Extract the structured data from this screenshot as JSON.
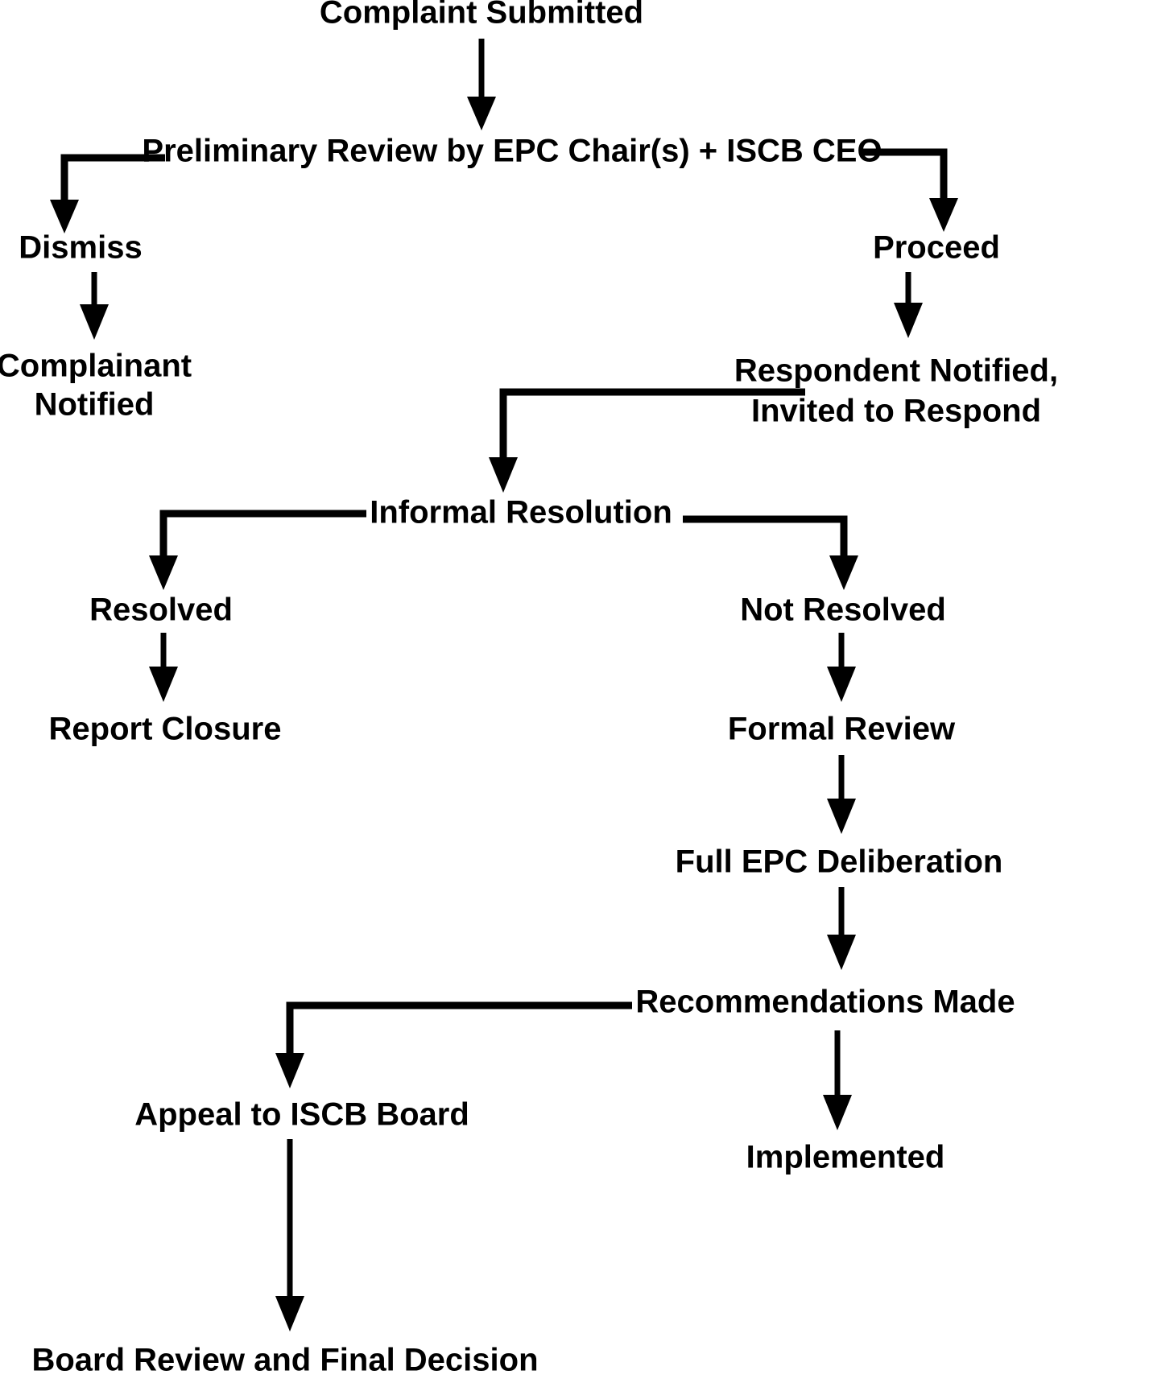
{
  "diagram": {
    "title": "ISCB Ethics Complaint Process Flowchart",
    "background_color": "#ffffff",
    "line_color": "#000000",
    "text_color": "#000000",
    "nodes": [
      {
        "id": "complaint_submitted",
        "label": "Complaint Submitted"
      },
      {
        "id": "preliminary_review",
        "label": "Preliminary Review by EPC Chair(s) + ISCB CEO"
      },
      {
        "id": "dismiss",
        "label": "Dismiss"
      },
      {
        "id": "proceed",
        "label": "Proceed"
      },
      {
        "id": "complainant_notified_1",
        "label": "Complainant"
      },
      {
        "id": "complainant_notified_2",
        "label": "Notified"
      },
      {
        "id": "respondent_notified_1",
        "label": "Respondent Notified,"
      },
      {
        "id": "respondent_notified_2",
        "label": "Invited to Respond"
      },
      {
        "id": "informal_resolution",
        "label": "Informal Resolution"
      },
      {
        "id": "resolved",
        "label": "Resolved"
      },
      {
        "id": "not_resolved",
        "label": "Not Resolved"
      },
      {
        "id": "report_closure",
        "label": "Report Closure"
      },
      {
        "id": "formal_review",
        "label": "Formal Review"
      },
      {
        "id": "full_epc_deliberation",
        "label": "Full EPC Deliberation"
      },
      {
        "id": "recommendations_made",
        "label": "Recommendations Made"
      },
      {
        "id": "appeal_to_iscb_board",
        "label": "Appeal to ISCB Board"
      },
      {
        "id": "implemented",
        "label": "Implemented"
      },
      {
        "id": "board_review",
        "label": "Board Review and Final Decision"
      }
    ],
    "edges": [
      {
        "from": "complaint_submitted",
        "to": "preliminary_review"
      },
      {
        "from": "preliminary_review",
        "to": "dismiss"
      },
      {
        "from": "preliminary_review",
        "to": "proceed"
      },
      {
        "from": "dismiss",
        "to": "complainant_notified_1"
      },
      {
        "from": "proceed",
        "to": "respondent_notified_1"
      },
      {
        "from": "respondent_notified_2",
        "to": "informal_resolution"
      },
      {
        "from": "informal_resolution",
        "to": "resolved"
      },
      {
        "from": "informal_resolution",
        "to": "not_resolved"
      },
      {
        "from": "resolved",
        "to": "report_closure"
      },
      {
        "from": "not_resolved",
        "to": "formal_review"
      },
      {
        "from": "formal_review",
        "to": "full_epc_deliberation"
      },
      {
        "from": "full_epc_deliberation",
        "to": "recommendations_made"
      },
      {
        "from": "recommendations_made",
        "to": "appeal_to_iscb_board"
      },
      {
        "from": "recommendations_made",
        "to": "implemented"
      },
      {
        "from": "appeal_to_iscb_board",
        "to": "board_review"
      }
    ]
  }
}
